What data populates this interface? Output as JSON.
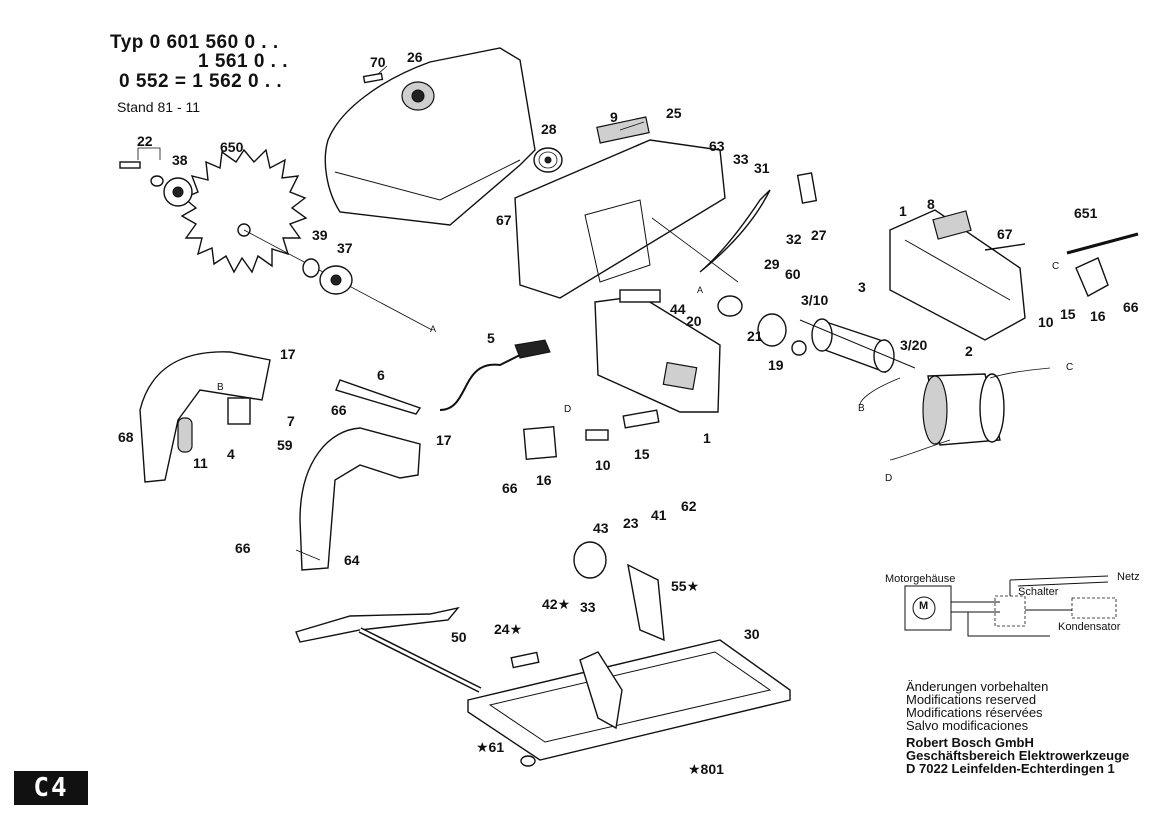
{
  "header": {
    "typ_line1": "Typ  0 601 560 0 . .",
    "typ_line2": "1 561 0 . .",
    "typ_line3": "0 552 = 1 562 0 . .",
    "stand": "Stand 81 - 11"
  },
  "callouts": [
    "70",
    "26",
    "28",
    "9",
    "25",
    "63",
    "33",
    "31",
    "22",
    "38",
    "650",
    "67",
    "32",
    "27",
    "1",
    "8",
    "67",
    "651",
    "39",
    "37",
    "29",
    "60",
    "C",
    "44",
    "20",
    "21",
    "3/10",
    "3",
    "10",
    "15",
    "16",
    "66",
    "3/20",
    "2",
    "19",
    "C",
    "5",
    "17",
    "6",
    "66",
    "7",
    "B",
    "11",
    "4",
    "68",
    "59",
    "D",
    "10",
    "15",
    "1",
    "16",
    "66",
    "17",
    "B",
    "D",
    "43",
    "23",
    "41",
    "62",
    "55★",
    "42★",
    "33",
    "24★",
    "66",
    "64",
    "50",
    "30",
    "★61",
    "★801"
  ],
  "markers": {
    "A": "A",
    "B": "B",
    "C": "C",
    "D": "D"
  },
  "wiring": {
    "motor": "Motorgehäuse",
    "switch": "Schalter",
    "net": "Netz",
    "capacitor": "Kondensator",
    "motor_symbol": "M"
  },
  "notes": [
    "Änderungen vorbehalten",
    "Modifications reserved",
    "Modifications réservées",
    "Salvo modificaciones"
  ],
  "company": [
    "Robert Bosch GmbH",
    "Geschäftsbereich Elektrowerkzeuge",
    "D 7022 Leinfelden-Echterdingen 1"
  ],
  "page_code": "C4",
  "colors": {
    "ink": "#111111",
    "paper": "#ffffff"
  }
}
